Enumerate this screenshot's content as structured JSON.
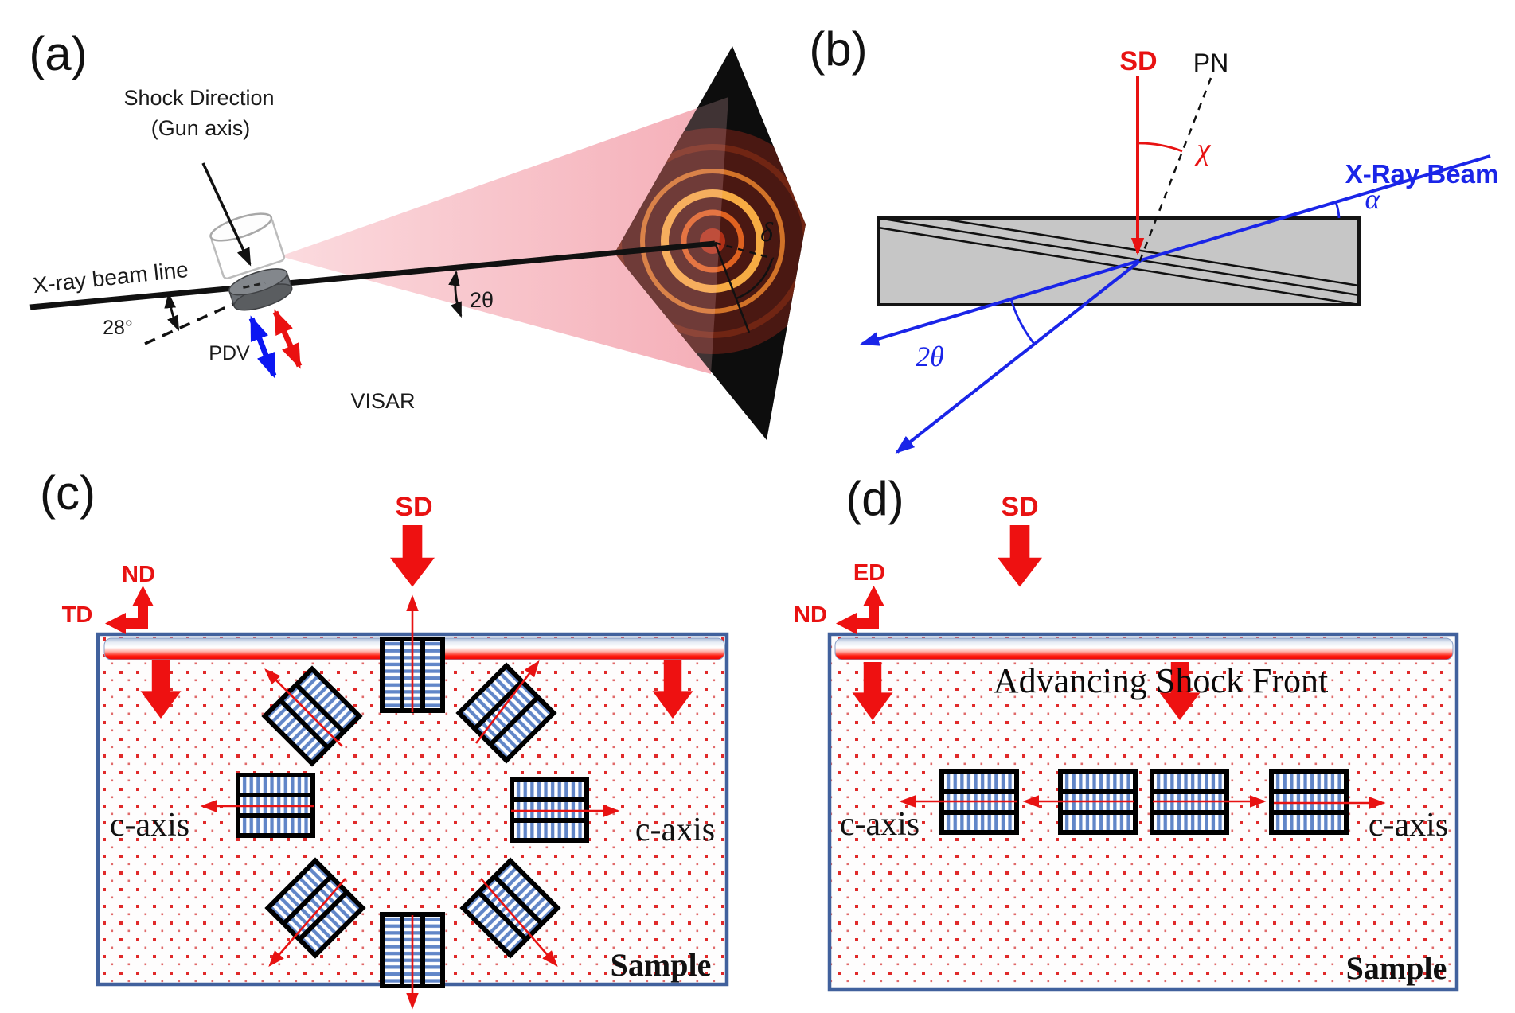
{
  "figure": {
    "type": "scientific-diagram",
    "description": "Shock compression X-ray diffraction experiment schematic with four panels"
  },
  "colors": {
    "red": "#e81212",
    "block_arrow_red": "#ee1111",
    "blue": "#1a25e8",
    "pdv_blue": "#0b16f2",
    "box_border": "#41619d",
    "slab_gray": "#c6c6c6",
    "crystal_stripe": "#6186c8",
    "cone_pink": "#f6b9c0",
    "detector_black": "#0d0d0d",
    "ring_orange": "#ffb347"
  },
  "panels": {
    "a": {
      "label": "(a)",
      "shock_direction": "Shock Direction",
      "gun_axis": "(Gun axis)",
      "xray_beam_line": "X-ray beam line",
      "angle": "28°",
      "pdv": "PDV",
      "visar": "VISAR",
      "two_theta": "2θ",
      "delta": "δ"
    },
    "b": {
      "label": "(b)",
      "sd": "SD",
      "pn": "PN",
      "chi": "χ",
      "xray_beam": "X-Ray Beam",
      "alpha": "α",
      "two_theta": "2θ"
    },
    "c": {
      "label": "(c)",
      "sd": "SD",
      "nd": "ND",
      "td": "TD",
      "c_axis_left": "c-axis",
      "c_axis_right": "c-axis",
      "sample": "Sample"
    },
    "d": {
      "label": "(d)",
      "sd": "SD",
      "ed": "ED",
      "nd": "ND",
      "advancing_shock_front": "Advancing Shock Front",
      "c_axis_left": "c-axis",
      "c_axis_right": "c-axis",
      "sample": "Sample"
    }
  }
}
